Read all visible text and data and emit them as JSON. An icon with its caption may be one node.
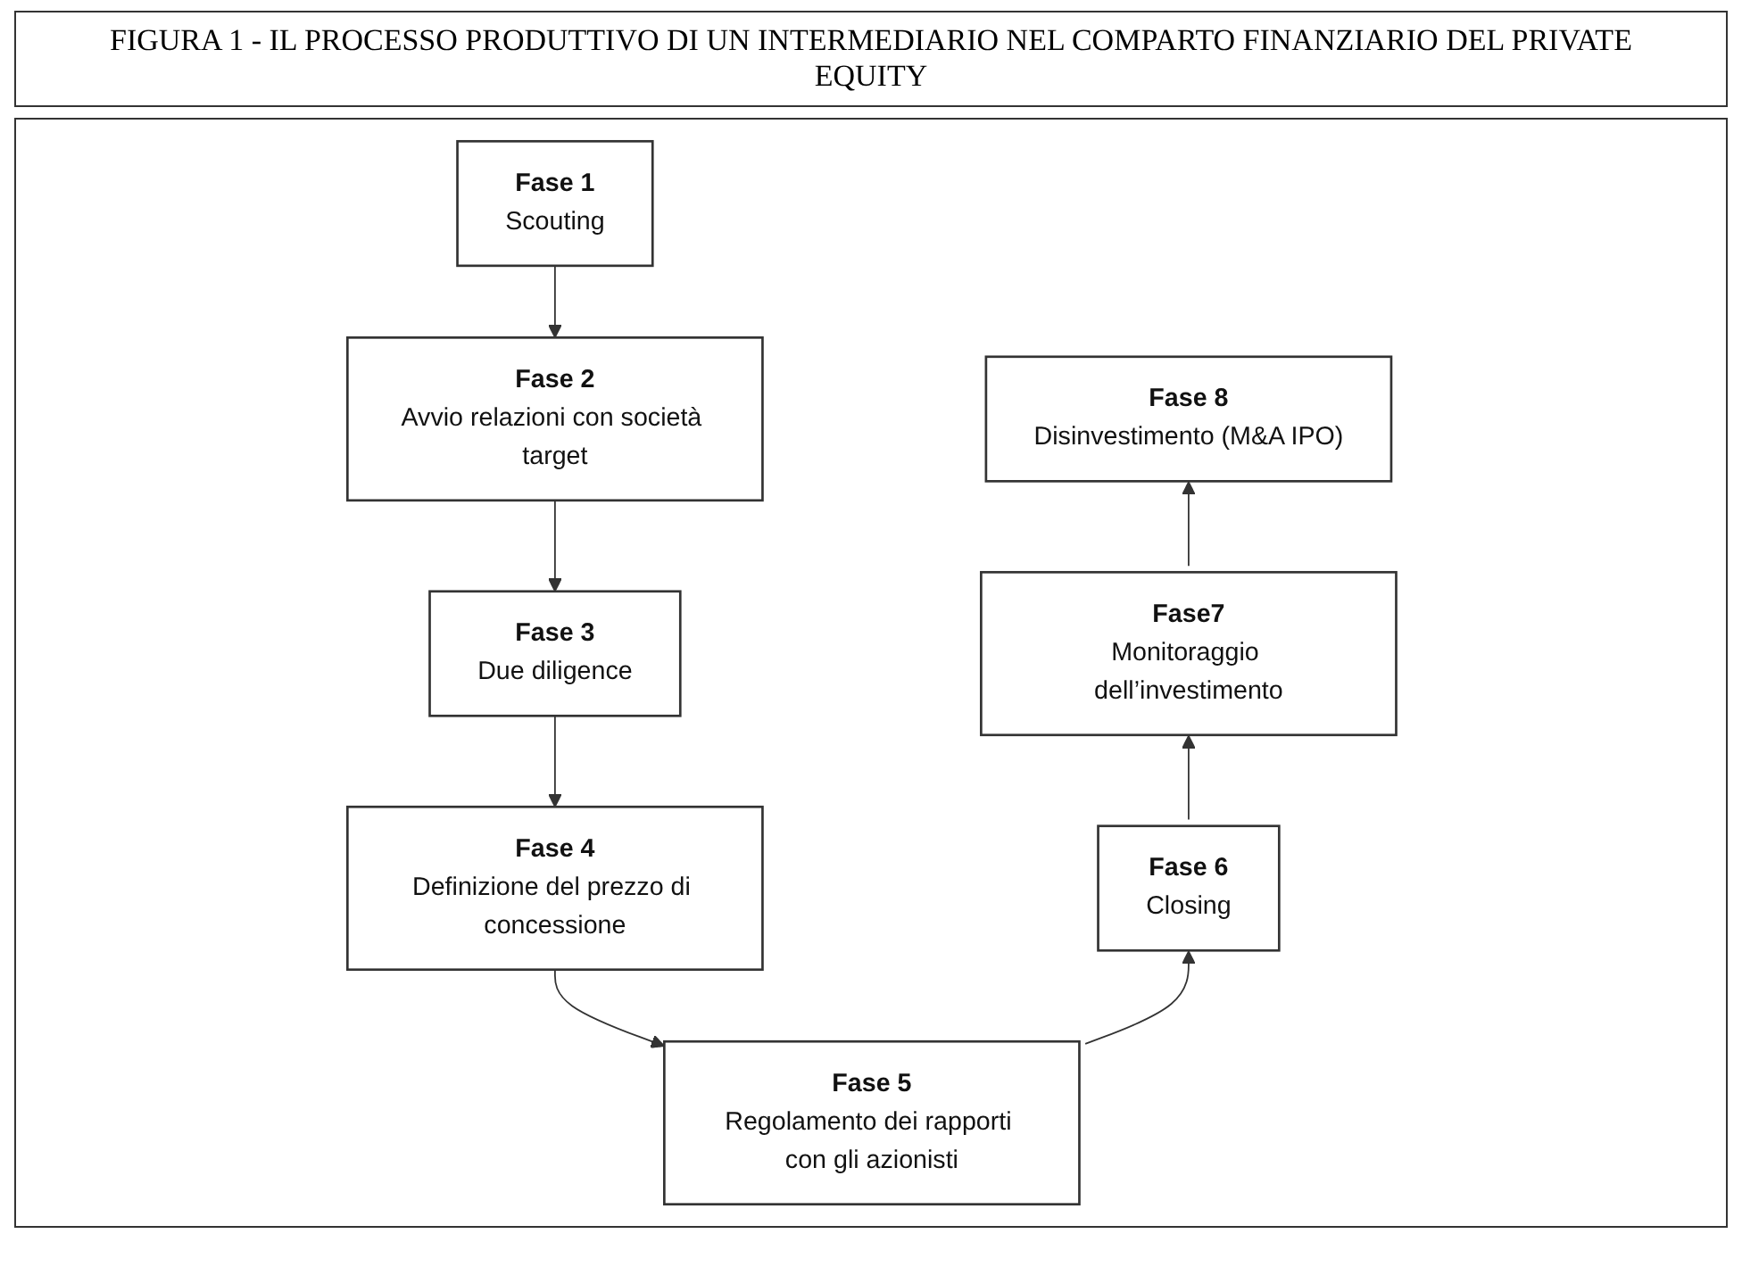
{
  "diagram": {
    "title": "FIGURA 1 - IL PROCESSO PRODUTTIVO DI UN INTERMEDIARIO NEL COMPARTO FINANZIARIO DEL PRIVATE EQUITY",
    "nodes": [
      {
        "text": [
          "Fase 1",
          "Scouting"
        ]
      },
      {
        "text": [
          "Fase 2",
          "Avvio relazioni con società target"
        ]
      },
      {
        "text": [
          "Fase 3",
          "Due diligence"
        ]
      },
      {
        "text": [
          "Fase 4",
          "Definizione del prezzo di concessione"
        ]
      },
      {
        "text": [
          "Fase 5",
          "Regolamento dei rapporti con gli azionisti"
        ]
      },
      {
        "text": [
          "Fase 6",
          "Closing"
        ]
      },
      {
        "text": [
          "Fase7",
          "Monitoraggio dell’investimento"
        ]
      },
      {
        "text": [
          "Fase 8",
          "Disinvestimento (M&A IPO)"
        ]
      }
    ],
    "edges": [
      {
        "from": 0,
        "to": 1,
        "arrow": "to"
      },
      {
        "from": 1,
        "to": 2,
        "arrow": "to"
      },
      {
        "from": 2,
        "to": 3,
        "arrow": "to"
      },
      {
        "from": 3,
        "to": 4,
        "arrow": "to"
      },
      {
        "from": 4,
        "to": 5,
        "arrow": "to"
      },
      {
        "from": 5,
        "to": 6,
        "arrow": "to"
      },
      {
        "from": 6,
        "to": 7,
        "arrow": "to"
      }
    ]
  }
}
